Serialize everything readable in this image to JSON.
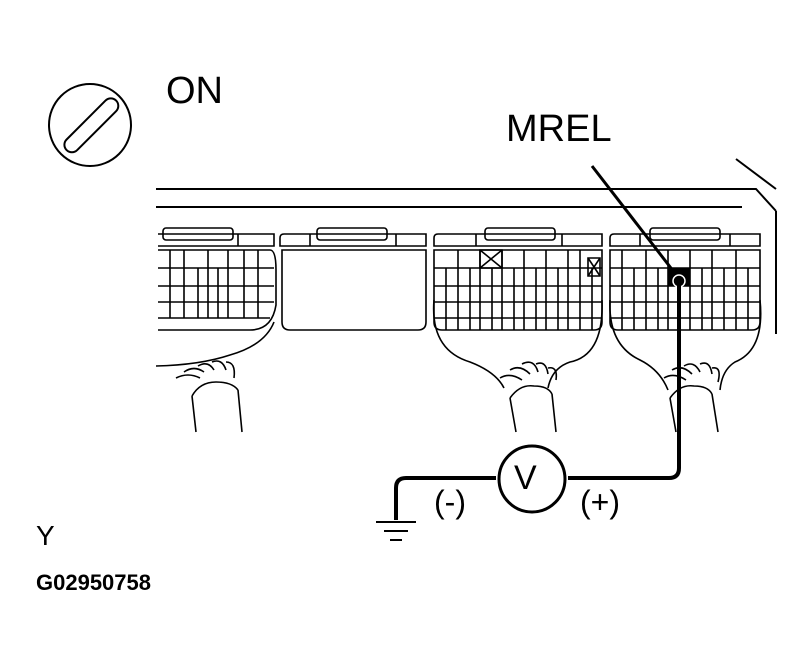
{
  "labels": {
    "ignition": "ON",
    "terminal": "MREL",
    "meter": "V",
    "negative": "(-)",
    "positive": "(+)",
    "view": "Y",
    "figure_code": "G02950758"
  },
  "colors": {
    "line": "#000000",
    "background": "#ffffff"
  },
  "icons": [
    "ignition-key-icon",
    "voltmeter-icon",
    "ground-icon"
  ]
}
